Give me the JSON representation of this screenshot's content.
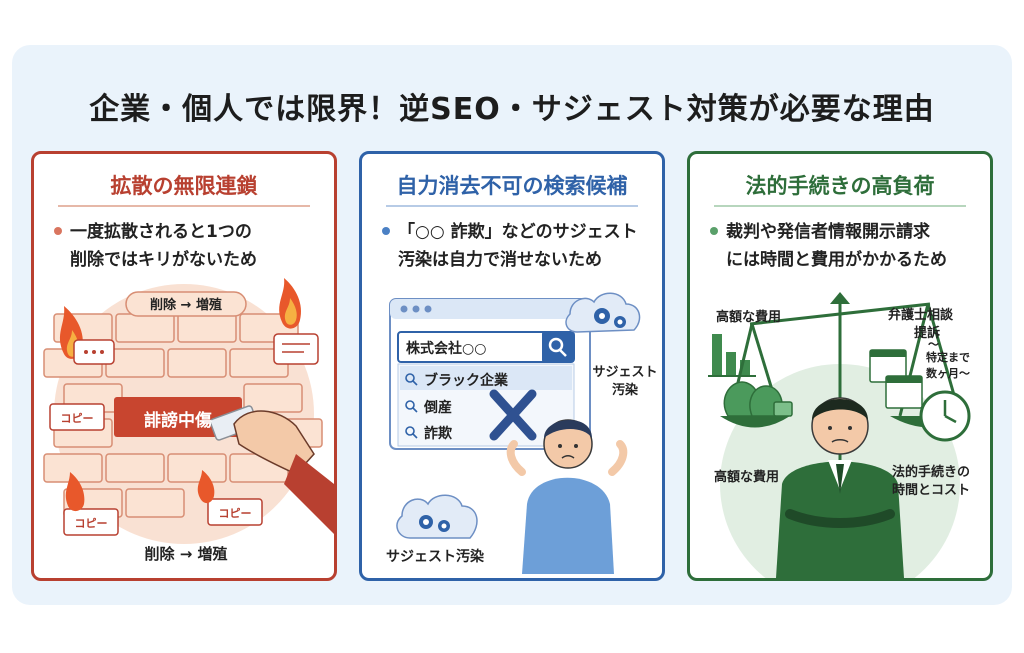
{
  "title": "企業・個人では限界！逆SEO・サジェスト対策が必要な理由",
  "colors": {
    "red": "#b84030",
    "blue": "#2f62a8",
    "green": "#2e6e3a"
  },
  "cards": [
    {
      "title": "拡散の無限連鎖",
      "bullet_line1": "一度拡散されると1つの",
      "bullet_line2": "削除ではキリがないため",
      "tag_top": "削除 → 増殖",
      "tag_bottom": "削除 → 増殖",
      "center_sign": "誹謗中傷",
      "copy_label": "コピー",
      "icons": [
        "fire-icon",
        "speech-bubble-icon",
        "hand-eraser-icon"
      ]
    },
    {
      "title": "自力消去不可の検索候補",
      "bullet_line1": "「○○ 詐欺」などのサジェスト",
      "bullet_line2": "汚染は自力で消せないため",
      "search_value": "株式会社○○",
      "suggestions": [
        "ブラック企業",
        "倒産",
        "詐欺"
      ],
      "cloud_label_line1": "サジェスト",
      "cloud_label_line2": "汚染",
      "bottom_label": "サジェスト汚染",
      "icons": [
        "search-icon",
        "gear-icon",
        "cross-icon",
        "cloud-icon",
        "worried-person-icon"
      ]
    },
    {
      "title": "法的手続きの高負荷",
      "bullet_line1": "裁判や発信者情報開示請求",
      "bullet_line2": "には時間と費用がかかるため",
      "label_cost_top": "高額な費用",
      "label_lawyer": "弁護士相談",
      "label_suit": "提訴",
      "label_tilde": "～",
      "label_months_line1": "特定まで",
      "label_months_line2": "数ヶ月～",
      "label_cost_bottom": "高額な費用",
      "label_process_line1": "法的手続きの",
      "label_process_line2": "時間とコスト",
      "icons": [
        "balance-scale-icon",
        "money-bag-icon",
        "calendar-icon",
        "clock-icon",
        "businessman-icon",
        "bar-chart-icon"
      ]
    }
  ]
}
